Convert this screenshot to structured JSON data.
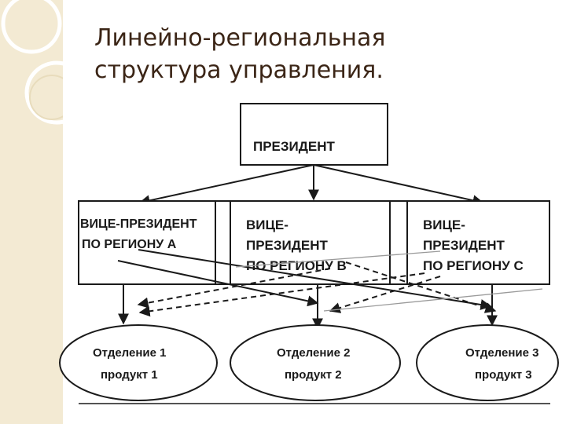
{
  "slide": {
    "title_line1": "Линейно-региональная",
    "title_line2": "структура управления."
  },
  "diagram": {
    "president": "ПРЕЗИДЕНТ",
    "vp_a": {
      "line1": "ВИЦЕ-ПРЕЗИДЕНТ",
      "line2": "ПО РЕГИОНУ А"
    },
    "vp_b": {
      "line1": "ВИЦЕ-",
      "line2": "ПРЕЗИДЕНТ",
      "line3": "ПО РЕГИОНУ В"
    },
    "vp_c": {
      "line1": "ВИЦЕ-",
      "line2": "ПРЕЗИДЕНТ",
      "line3": "ПО РЕГИОНУ  С"
    },
    "div1": {
      "line1": "Отделение  1",
      "line2": "продукт  1"
    },
    "div2": {
      "line1": "Отделение  2",
      "line2": "продукт  2"
    },
    "div3": {
      "line1": "Отделение  3",
      "line2": "продукт  3"
    }
  },
  "colors": {
    "band": "#f3ead3",
    "title_text": "#3b2516",
    "line": "#1a1a1a"
  }
}
